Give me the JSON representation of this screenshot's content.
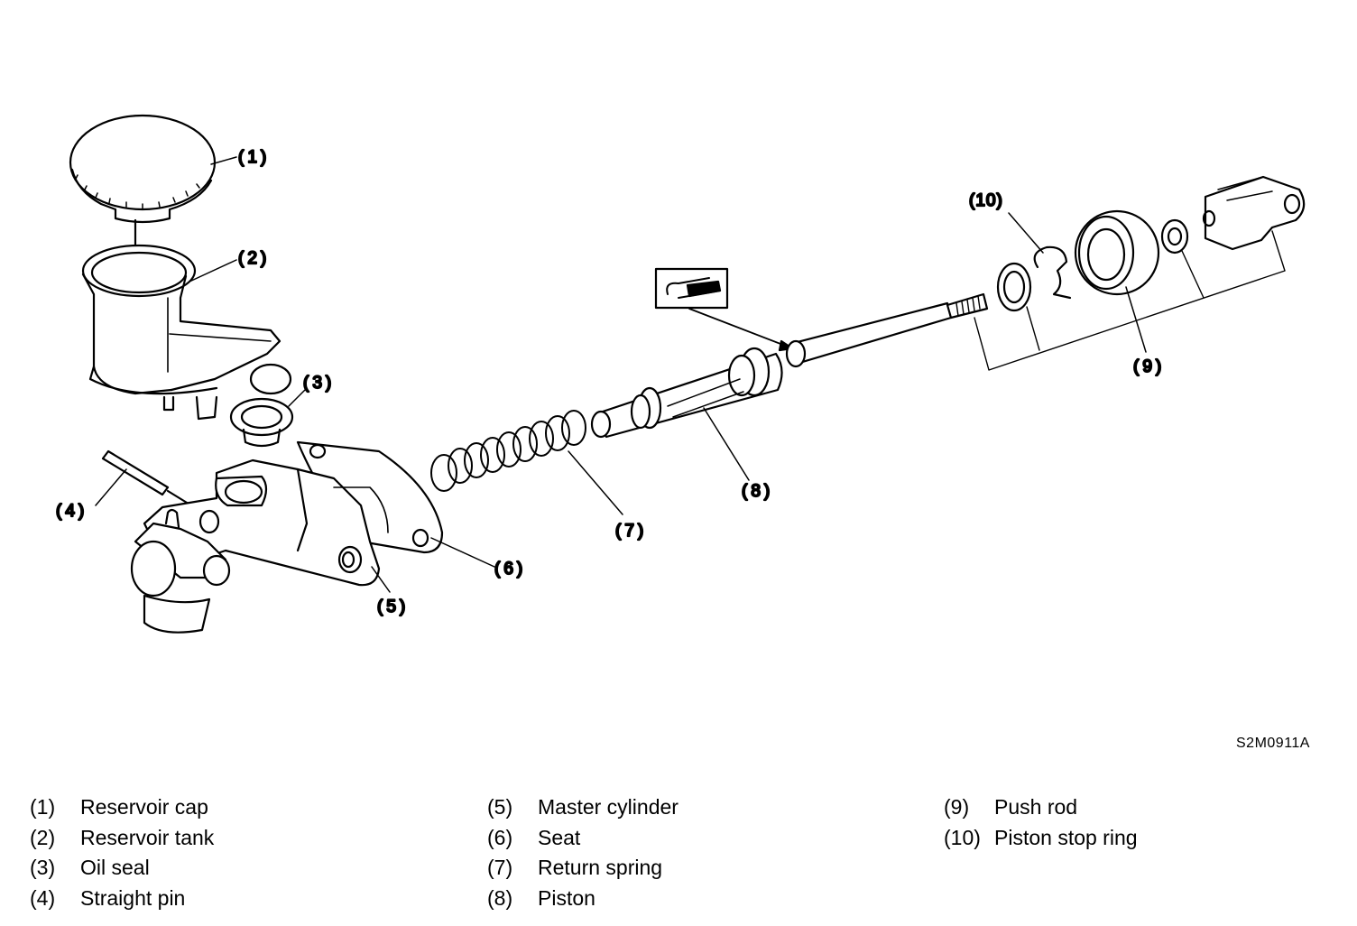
{
  "callouts": [
    "(1)",
    "(2)",
    "(3)",
    "(4)",
    "(5)",
    "(6)",
    "(7)",
    "(8)",
    "(9)",
    "(10)"
  ],
  "reference_code": "S2M0911A",
  "legend": [
    {
      "num": "(1)",
      "label": "Reservoir cap"
    },
    {
      "num": "(2)",
      "label": "Reservoir tank"
    },
    {
      "num": "(3)",
      "label": "Oil seal"
    },
    {
      "num": "(4)",
      "label": "Straight pin"
    },
    {
      "num": "(5)",
      "label": "Master cylinder"
    },
    {
      "num": "(6)",
      "label": "Seat"
    },
    {
      "num": "(7)",
      "label": "Return spring"
    },
    {
      "num": "(8)",
      "label": "Piston"
    },
    {
      "num": "(9)",
      "label": "Push rod"
    },
    {
      "num": "(10)",
      "label": "Piston stop ring"
    }
  ]
}
